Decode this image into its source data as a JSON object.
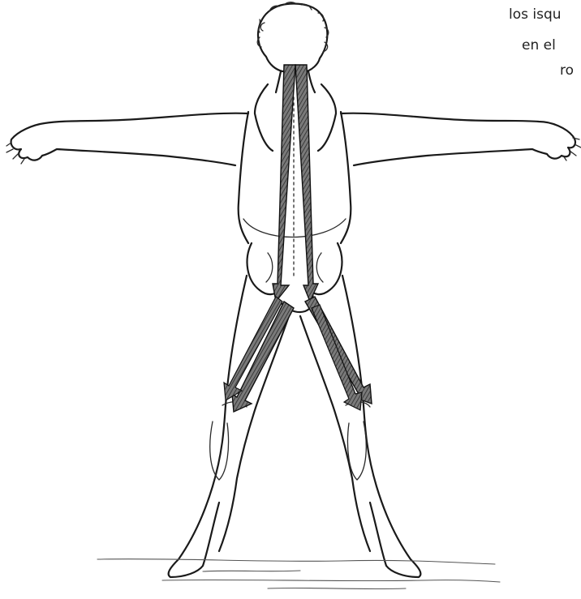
{
  "caption": {
    "line1": "los isqu",
    "line2": "en el",
    "line3": "ro"
  },
  "colors": {
    "ink": "#1a1a1a",
    "arrow_fill": "#4a4a4a",
    "arrow_dark": "#111111",
    "background": "#ffffff"
  }
}
